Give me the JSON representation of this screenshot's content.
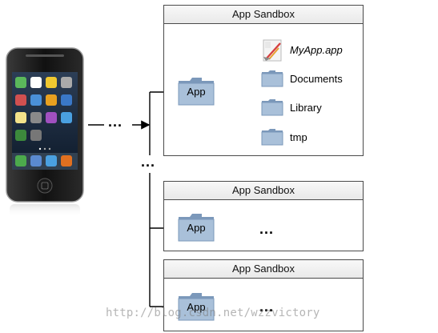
{
  "sandboxes": [
    {
      "title": "App Sandbox",
      "app_folder_label": "App",
      "items": [
        {
          "label": "MyApp.app",
          "icon": "app-bundle-icon"
        },
        {
          "label": "Documents",
          "icon": "folder-icon"
        },
        {
          "label": "Library",
          "icon": "folder-icon"
        },
        {
          "label": "tmp",
          "icon": "folder-icon"
        }
      ]
    },
    {
      "title": "App Sandbox",
      "app_folder_label": "App",
      "ellipsis": "..."
    },
    {
      "title": "App Sandbox",
      "app_folder_label": "App",
      "ellipsis": "..."
    }
  ],
  "phone_ellipsis": "...",
  "vertical_ellipsis": "...",
  "watermark": "http://blog.csdn.net/wzzvictory",
  "colors": {
    "folder_blue": "#9fb8d3",
    "folder_dark": "#7b98ba",
    "border": "#4a4a4a"
  }
}
